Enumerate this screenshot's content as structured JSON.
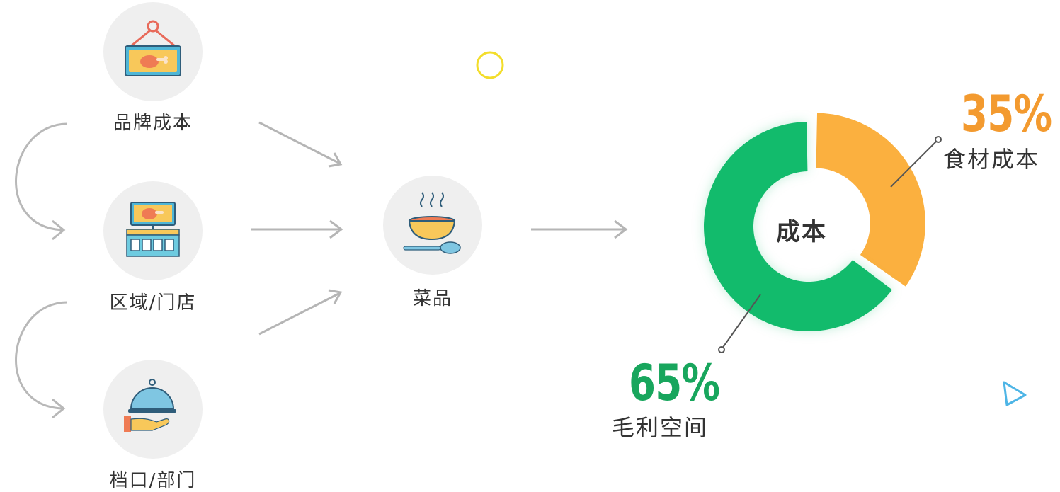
{
  "nodes": {
    "brand": {
      "label": "品牌成本",
      "icon": "hanging-sign-drumstick-icon"
    },
    "region": {
      "label": "区域/门店",
      "icon": "storefront-drumstick-icon"
    },
    "stall": {
      "label": "档口/部门",
      "icon": "serving-cloche-hand-icon"
    },
    "dish": {
      "label": "菜品",
      "icon": "soup-bowl-spoon-icon"
    }
  },
  "donut": {
    "center_label": "成本",
    "segments": [
      {
        "label": "食材成本",
        "percent_text": "35%",
        "value": 35,
        "color": "#fbb03f"
      },
      {
        "label": "毛利空间",
        "percent_text": "65%",
        "value": 65,
        "color": "#12bb6c"
      }
    ]
  },
  "colors": {
    "food_cost": "#fbb03f",
    "food_cost_text": "#f39a2f",
    "margin": "#12bb6c",
    "margin_text": "#18a65d",
    "arrow": "#b5b5b5"
  }
}
